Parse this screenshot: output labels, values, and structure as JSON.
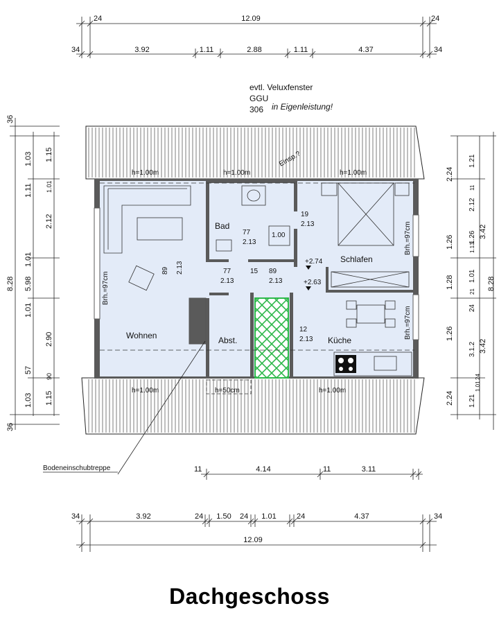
{
  "title": "Dachgeschoss",
  "dims": {
    "top_total": "12.09",
    "top_left_off": "24",
    "top_right_off": "24",
    "top_segments": [
      "34",
      "3.92",
      "1.11",
      "2.88",
      "1.11",
      "4.37",
      "34"
    ],
    "bot_row1": [
      "11",
      "4.14",
      "11",
      "3.11"
    ],
    "bot_row2": [
      "34",
      "3.92",
      "24",
      "1.50",
      "24",
      "1.01",
      "24",
      "4.37",
      "34"
    ],
    "bot_total": "12.09",
    "left_outer": [
      "36",
      "1.15",
      "2.12",
      "2.90",
      "1.15",
      "36"
    ],
    "left_total": "8.28",
    "left_mid": "5.98",
    "left_inner": [
      "1.03",
      "1.11",
      "1.01",
      "1.01",
      "57",
      "1.03"
    ],
    "left_small": [
      "1.01",
      "90"
    ],
    "right_outer": [
      "2.24",
      "1.26",
      "1.28",
      "1.26",
      "2.24"
    ],
    "right_total": "8.28",
    "right_mid": [
      "3.42",
      "3.42"
    ],
    "right_inner": [
      "1.21",
      "2.12",
      "1.26",
      "1.01",
      "24",
      "3.1.2",
      "1.21"
    ],
    "right_small": [
      "11",
      "1.13",
      "21",
      "1.01",
      "24"
    ]
  },
  "rooms": {
    "wohnen": "Wohnen",
    "bad": "Bad",
    "schlafen": "Schlafen",
    "abst": "Abst.",
    "kueche": "Küche"
  },
  "annotations": {
    "velux_1": "evtl. Veluxfenster",
    "velux_2": "GGU",
    "velux_3": "306",
    "eigen": "in Eigenleistung!",
    "einsp": "Einsp.?",
    "h1": "h=1.00m",
    "h50": "h=50cm",
    "brh": "Brh.=97cm",
    "treppe": "Bodeneinschubtreppe",
    "lvl1": "+2.74",
    "lvl2": "+2.63",
    "door_bad_w": "77",
    "door_bad_h": "2.13",
    "door_wohn_w": "89",
    "door_wohn_h": "2.13",
    "door_hall_w": "77",
    "door_hall_h": "2.13",
    "door_15": "15",
    "door_89b": "89",
    "door_89b_h": "2.13",
    "door_schl_w": "19",
    "door_schl_h": "2.13",
    "door_kue_w": "12",
    "door_kue_h": "2.13",
    "shower": "1.00"
  },
  "colors": {
    "room_fill": "#e3ebf8",
    "stair_green": "#2db84a"
  }
}
